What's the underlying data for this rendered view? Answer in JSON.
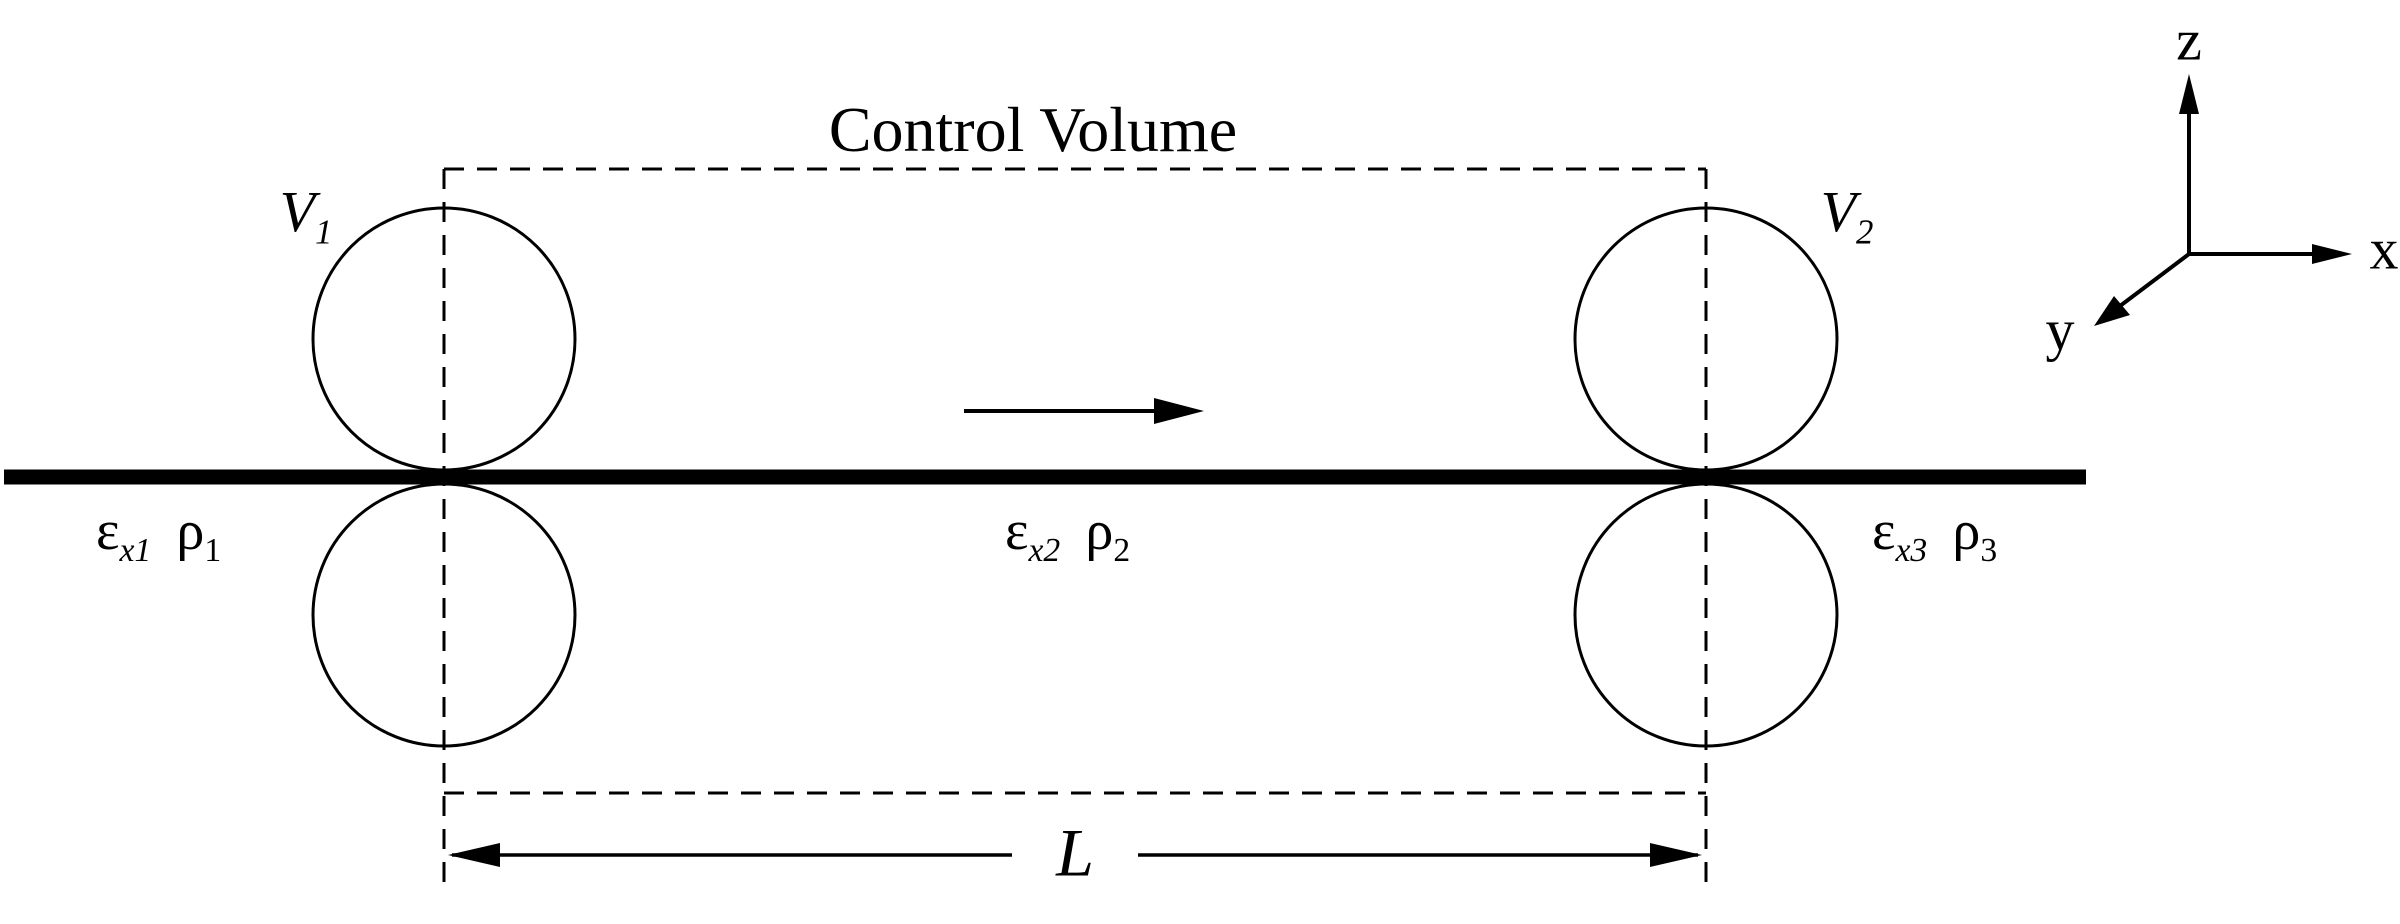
{
  "diagram": {
    "title": "Control Volume",
    "rollers": {
      "v1": {
        "base": "V",
        "sub": "1"
      },
      "v2": {
        "base": "V",
        "sub": "2"
      }
    },
    "spans": {
      "span1": {
        "strain_base": "ε",
        "strain_sub": "x1",
        "density_base": "ρ",
        "density_sub": "1"
      },
      "span2": {
        "strain_base": "ε",
        "strain_sub": "x2",
        "density_base": "ρ",
        "density_sub": "2"
      },
      "span3": {
        "strain_base": "ε",
        "strain_sub": "x3",
        "density_base": "ρ",
        "density_sub": "3"
      }
    },
    "dimension": {
      "label": "L"
    },
    "axes": {
      "x": "x",
      "y": "y",
      "z": "z"
    },
    "colors": {
      "ink": "#000000",
      "background": "#ffffff"
    }
  }
}
